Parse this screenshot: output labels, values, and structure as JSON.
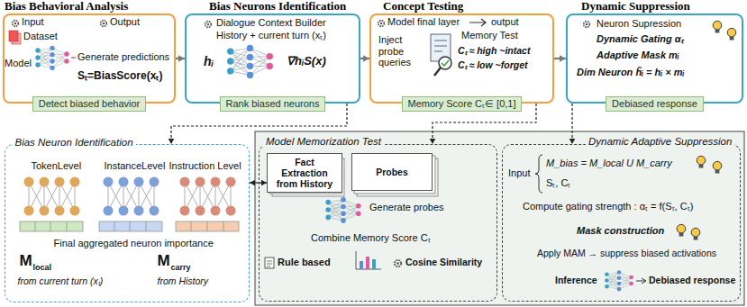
{
  "diagram": {
    "nodes": [
      {
        "text": [
          "Bias Behavioral Analysis",
          "Input",
          "Dataset",
          "Model",
          "Output",
          "Generate predictions",
          "Sₜ=BiasScore(xₜ)"
        ]
      },
      {
        "text": [
          "Detect biased behavior"
        ],
        "in": 0
      },
      {
        "text": [
          "Bias Neurons Identification",
          "Dialogue Context Builder",
          "History + current turn (xₜ)",
          "hᵢ",
          "∇hᵢS(x)"
        ]
      },
      {
        "text": [
          "Rank biased neurons"
        ],
        "in": 2
      },
      {
        "text": [
          "Concept Testing",
          "Model final layer",
          "output",
          "Inject probe queries",
          "Memory Test",
          "Cₜ ≈ high ~intact",
          "Cₜ ≈ low ~forget"
        ]
      },
      {
        "text": [
          "Memory Score Cₜ∈ [0,1]"
        ],
        "in": 4
      },
      {
        "text": [
          "Dynamic Suppression",
          "Neuron Supression",
          "Dynamic Gating αₜ",
          "Adaptive Mask mᵢ",
          "Dim Neuron h̃ᵢ = hᵢ × mᵢ"
        ]
      },
      {
        "text": [
          "Debiased response"
        ],
        "in": 6
      },
      {
        "text": [
          "Bias Neuron Identification",
          "TokenLevel",
          "InstanceLevel",
          "Instruction Level",
          "Final aggregated neuron importance",
          "M",
          "local",
          "from current turn (xₜ)",
          "M",
          "carry",
          "from History"
        ]
      },
      {
        "text": [
          "Model Memorization Test",
          "Generate probes",
          "Combine Memory Score Cₜ",
          "Rule based",
          "Cosine Similarity"
        ]
      },
      {
        "text": [
          "Fact Extraction from History"
        ],
        "in": 9
      },
      {
        "text": [
          "Probes"
        ],
        "in": 9
      },
      {
        "text": [
          "Dynamic Adaptive Suppression",
          "Input",
          "M_bias = M_local U M_carry",
          "Sₜ, Cₜ",
          "Compute gating strength : αₜ = f(Sₜ, Cₜ)",
          "Mask construction",
          "Apply MAM → suppress biased activations",
          "Inference",
          "Debiased response"
        ]
      }
    ],
    "edges": [
      {
        "from": 0,
        "to": 2,
        "arrow": "to"
      },
      {
        "from": 2,
        "to": 4,
        "arrow": "to"
      },
      {
        "from": 4,
        "to": 6,
        "arrow": "to"
      },
      {
        "from": 2,
        "to": 8,
        "arrow": "to"
      },
      {
        "from": 4,
        "to": 9,
        "arrow": "to"
      },
      {
        "from": 6,
        "to": 12,
        "arrow": "to"
      },
      {
        "from": 8,
        "to": 10,
        "arrow": "both"
      }
    ]
  }
}
